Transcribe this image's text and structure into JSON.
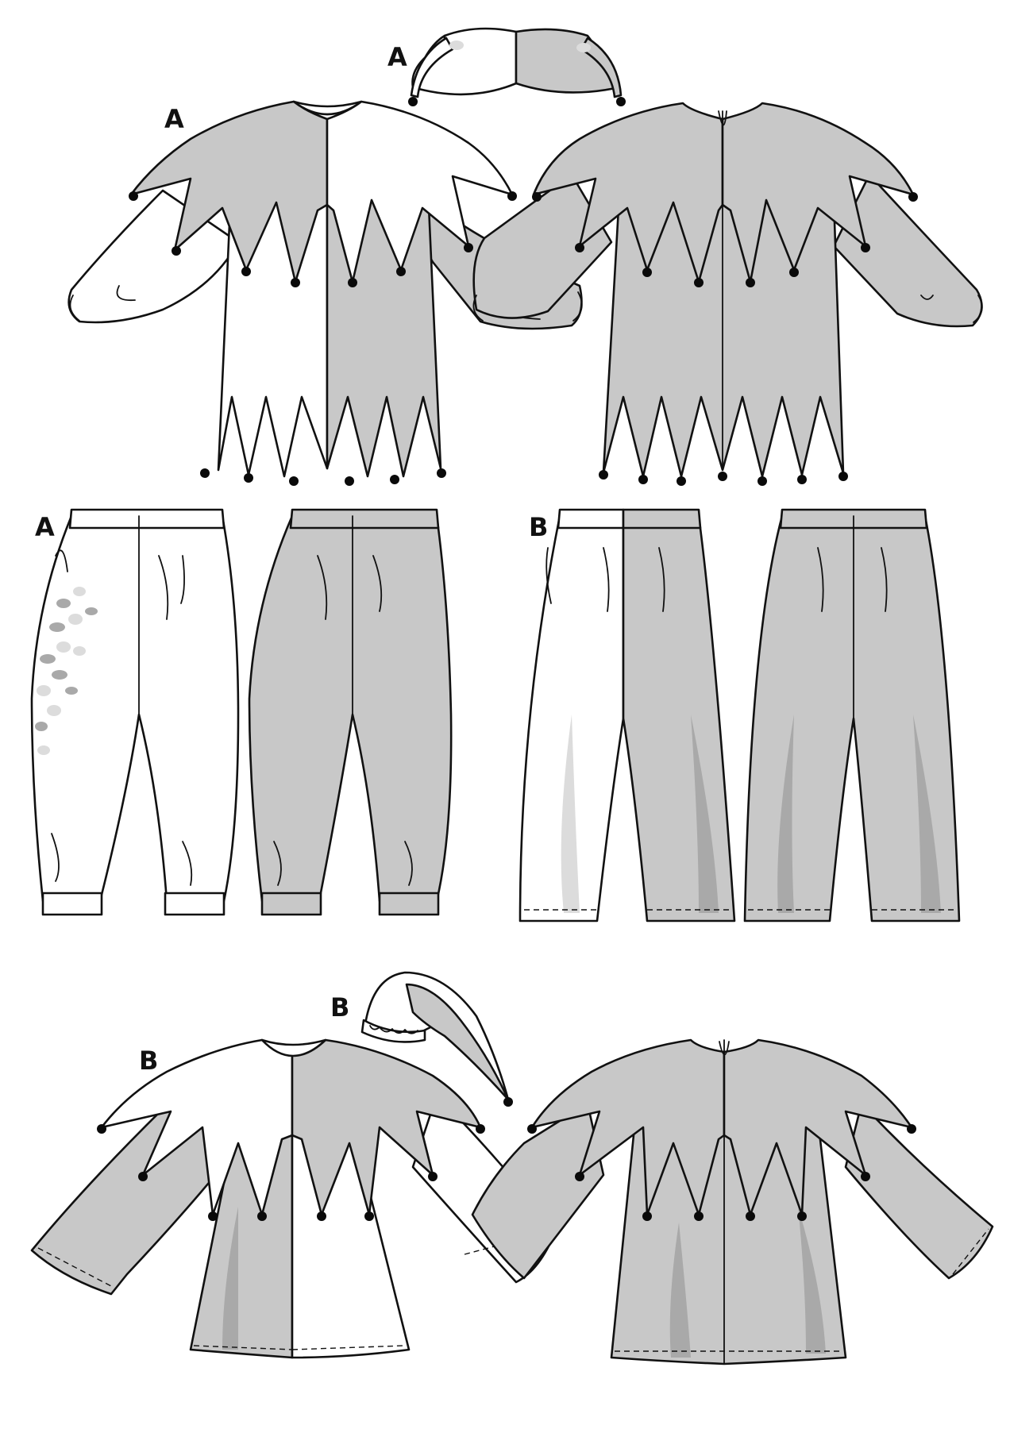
{
  "labels": {
    "jacket_a": "A",
    "hat_a": "A",
    "pants_a": "A",
    "pants_b": "B",
    "hat_b": "B",
    "jacket_b": "B"
  },
  "colors": {
    "fill_gray": "#c8c8c8",
    "fill_dark_gray": "#a9a9a9",
    "fill_light_gray": "#dcdcdc",
    "fill_white": "#ffffff",
    "outline": "#111111",
    "bell": "#0a0a0a"
  }
}
